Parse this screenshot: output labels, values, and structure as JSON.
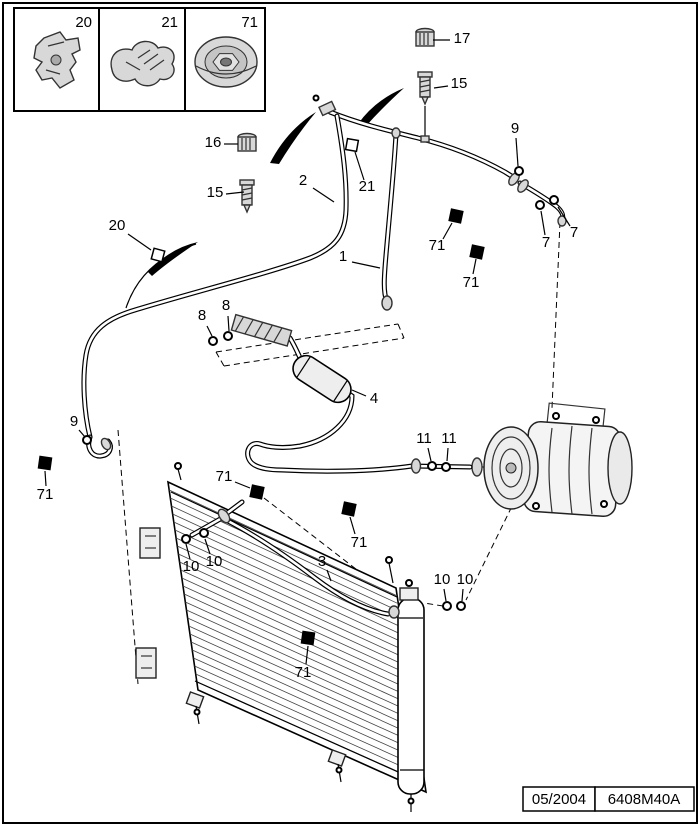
{
  "diagram": {
    "background": "#ffffff",
    "line_color": "#000000",
    "part_fill": "#d8d8d8"
  },
  "legend": {
    "items": [
      {
        "label": "20",
        "part": "mounting-bracket"
      },
      {
        "label": "21",
        "part": "pipe-clip"
      },
      {
        "label": "71",
        "part": "flanged-nut"
      }
    ]
  },
  "callouts": {
    "c17": "17",
    "c15a": "15",
    "c16": "16",
    "c15b": "15",
    "c9a": "9",
    "c2": "2",
    "c21b": "21",
    "c71a": "71",
    "c7a": "7",
    "c7b": "7",
    "c71b": "71",
    "c20b": "20",
    "c1": "1",
    "c8a": "8",
    "c8b": "8",
    "c4": "4",
    "c9b": "9",
    "c71c": "71",
    "c11a": "11",
    "c11b": "11",
    "c71d": "71",
    "c71e": "71",
    "c10a": "10",
    "c10b": "10",
    "c3": "3",
    "c10c": "10",
    "c10d": "10",
    "c71f": "71"
  },
  "footer": {
    "date": "05/2004",
    "code": "6408M40A"
  }
}
